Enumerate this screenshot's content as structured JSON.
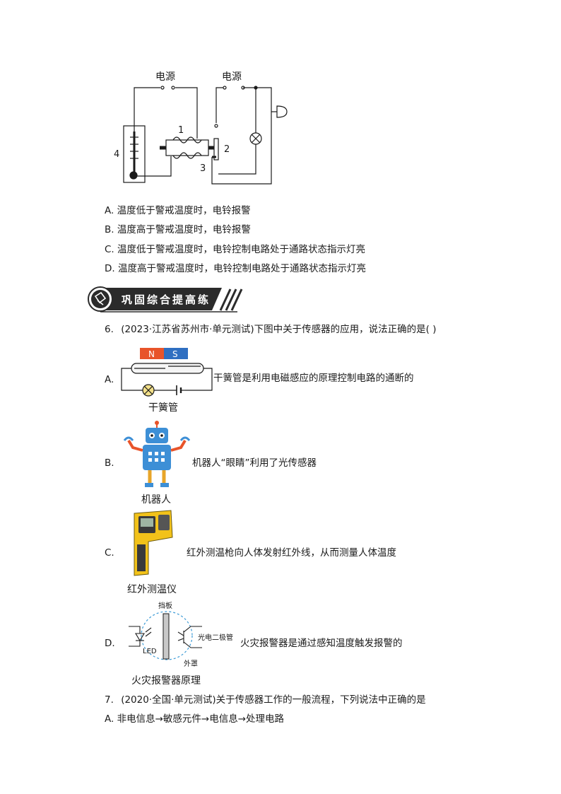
{
  "circuit_diagram": {
    "power_left": "电源",
    "power_right": "电源",
    "label_1": "1",
    "label_2": "2",
    "label_3": "3",
    "label_4": "4"
  },
  "q5_options": [
    {
      "letter": "A.",
      "text": "温度低于警戒温度时，电铃报警"
    },
    {
      "letter": "B.",
      "text": "温度高于警戒温度时，电铃报警"
    },
    {
      "letter": "C.",
      "text": "温度低于警戒温度时，电铃控制电路处于通路状态指示灯亮"
    },
    {
      "letter": "D.",
      "text": "温度高于警戒温度时，电铃控制电路处于通路状态指示灯亮"
    }
  ],
  "section_banner": {
    "title": "巩固综合提高练"
  },
  "q6": {
    "number": "6.",
    "stem": "(2023·江苏省苏州市·单元测试)下图中关于传感器的应用，说法正确的是(    )",
    "options": [
      {
        "letter": "A.",
        "text": "干簧管是利用电磁感应的原理控制电路的通断的",
        "caption": "干簧管",
        "magnet_n": "N",
        "magnet_s": "S"
      },
      {
        "letter": "B.",
        "text": "机器人“眼睛”利用了光传感器",
        "caption": "机器人"
      },
      {
        "letter": "C.",
        "text": "红外测温枪向人体发射红外线，从而测量人体温度",
        "caption": "红外测温仪"
      },
      {
        "letter": "D.",
        "text": "火灾报警器是通过感知温度触发报警的",
        "caption": "火灾报警器原理",
        "label_plate": "挡板",
        "label_led": "LED",
        "label_photodiode": "光电二极管",
        "label_cover": "外罩"
      }
    ]
  },
  "q7": {
    "number": "7.",
    "stem": "(2020·全国·单元测试)关于传感器工作的一般流程，下列说法中正确的是",
    "option_a": {
      "letter": "A.",
      "text": "非电信息→敏感元件→电信息→处理电路"
    }
  }
}
